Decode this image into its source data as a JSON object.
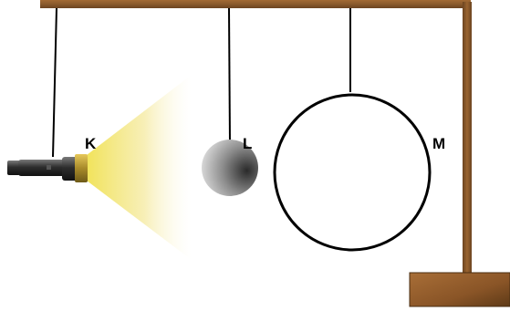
{
  "labels": {
    "flashlight": "K",
    "small_ball": "L",
    "large_ball": "M"
  },
  "colors": {
    "stand_wood": "#8a5a2c",
    "stand_wood_dark": "#5e3a17",
    "light_beam": "#f3e68a",
    "flashlight_body": "#3a3a3a",
    "flashlight_head": "#c9a93a",
    "string": "#000000"
  }
}
